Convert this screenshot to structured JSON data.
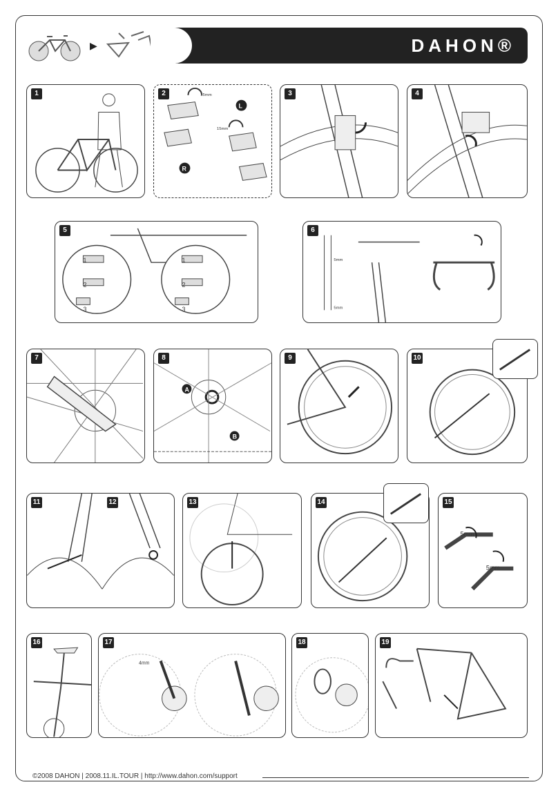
{
  "header": {
    "brand": "DAHON®",
    "arrow": "▶"
  },
  "steps": {
    "s1": "1",
    "s2": "2",
    "s3": "3",
    "s4": "4",
    "s5": "5",
    "s6": "6",
    "s7": "7",
    "s8": "8",
    "s9": "9",
    "s10": "10",
    "s11": "11",
    "s12": "12",
    "s13": "13",
    "s14": "14",
    "s15": "15",
    "s16": "16",
    "s17": "17",
    "s18": "18",
    "s19": "19"
  },
  "labels": {
    "left": "L",
    "right": "R",
    "mm15a": "15mm",
    "mm15b": "15mm",
    "a": "A",
    "b": "B",
    "mm5a": "5mm",
    "mm5b": "5mm",
    "mm5c": "5mm",
    "mm5d": "5mm",
    "mm4": "4mm",
    "n1a": "1",
    "n2a": "2",
    "n3a": "3",
    "n1b": "1",
    "n2b": "2",
    "n3b": "3"
  },
  "footer": {
    "text": "©2008 DAHON | 2008.11.IL.TOUR | http://www.dahon.com/support"
  }
}
